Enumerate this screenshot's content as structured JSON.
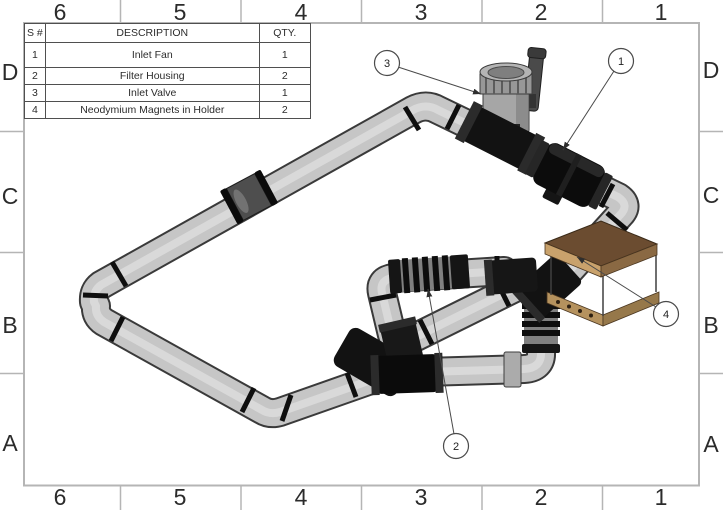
{
  "sheet": {
    "zones": {
      "columns": [
        "6",
        "5",
        "4",
        "3",
        "2",
        "1"
      ],
      "rows": [
        "D",
        "C",
        "B",
        "A"
      ]
    }
  },
  "bom_table": {
    "headers": {
      "item": "S #",
      "description": "DESCRIPTION",
      "qty": "QTY."
    },
    "rows": [
      {
        "item": "1",
        "description": "Inlet Fan",
        "qty": "1"
      },
      {
        "item": "2",
        "description": "Filter Housing",
        "qty": "2"
      },
      {
        "item": "3",
        "description": "Inlet Valve",
        "qty": "1"
      },
      {
        "item": "4",
        "description": "Neodymium Magnets in Holder",
        "qty": "2"
      }
    ]
  },
  "balloons": [
    {
      "number": "1",
      "refers_to": "Inlet Fan"
    },
    {
      "number": "2",
      "refers_to": "Filter Housing"
    },
    {
      "number": "3",
      "refers_to": "Inlet Valve"
    },
    {
      "number": "4",
      "refers_to": "Neodymium Magnets in Holder"
    }
  ],
  "colors": {
    "pipe_body": "#c6c6c6",
    "pipe_outline": "#3a3a3a",
    "fitting": "#121212",
    "filter_gray": "#808080",
    "magnet_top": "#6b4c30",
    "magnet_edge": "#c9a26c",
    "magnet_bottom": "#b5925e",
    "leader": "#4a4a4a",
    "border_gray": "#b5b5b5",
    "text_dark": "#2b2b2b"
  }
}
